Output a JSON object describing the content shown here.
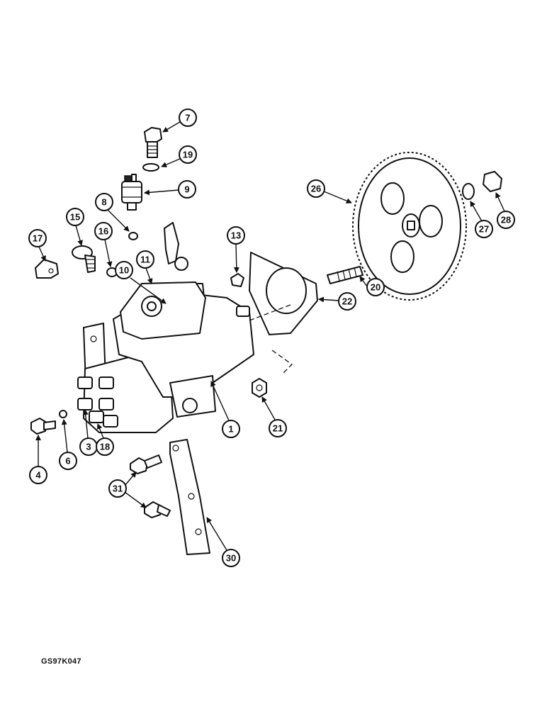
{
  "figure_code": "GS97K047",
  "callouts": [
    "7",
    "19",
    "9",
    "8",
    "26",
    "27",
    "28",
    "15",
    "16",
    "17",
    "13",
    "11",
    "10",
    "20",
    "22",
    "1",
    "21",
    "3",
    "18",
    "4",
    "6",
    "31",
    "30"
  ],
  "arrow_heads": "solid",
  "line_color": "#111111",
  "background_color": "#ffffff"
}
